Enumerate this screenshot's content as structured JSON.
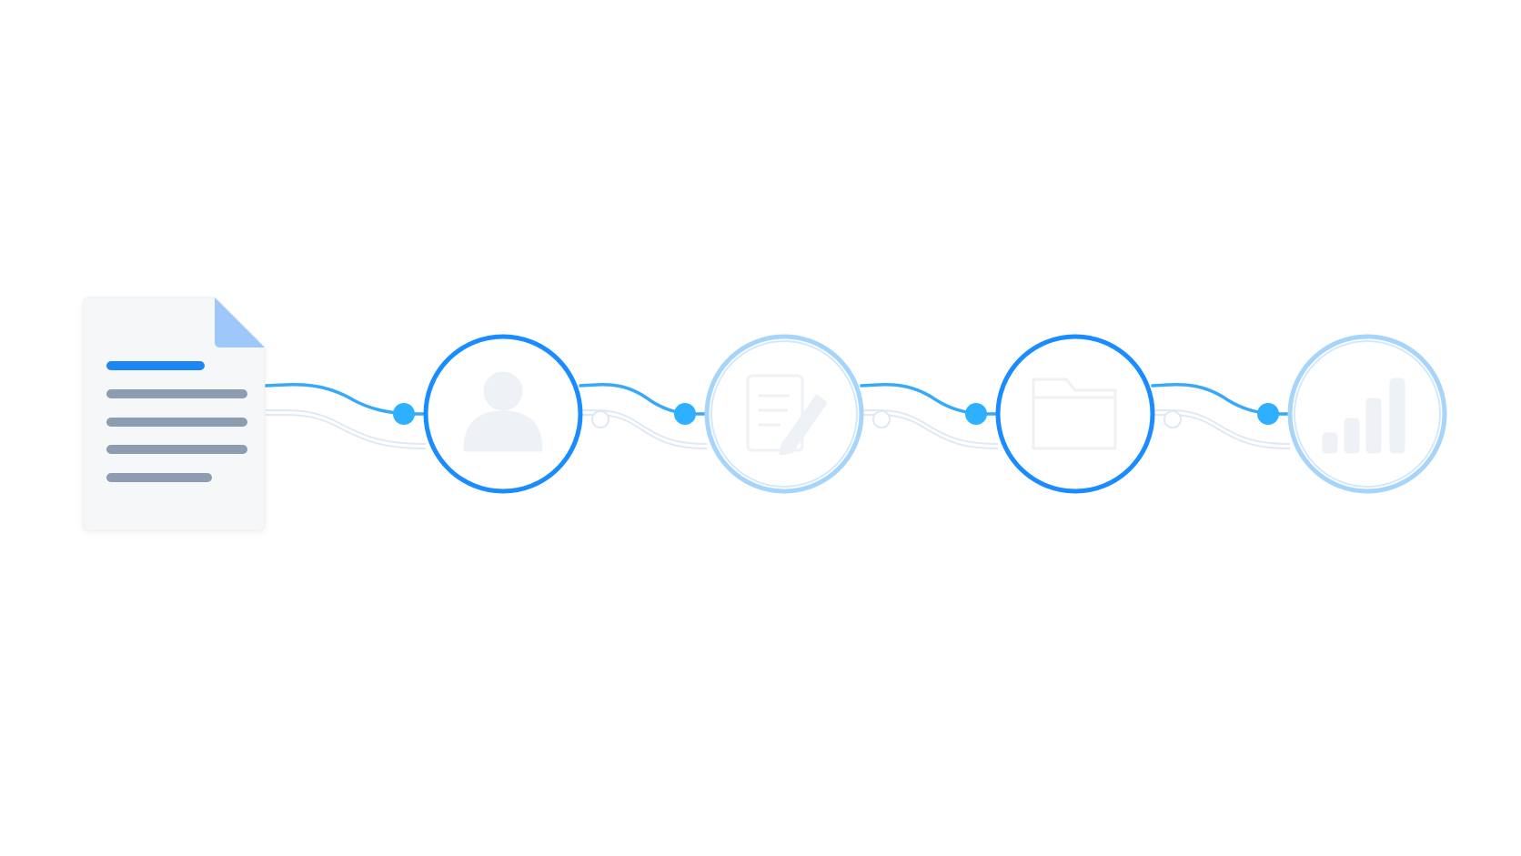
{
  "colors": {
    "background": "#ffffff",
    "accent": "#1a8cff",
    "accent_light": "#a6d4fb",
    "connector": "#36a9fb",
    "connector_dot": "#2cb0ff",
    "ghost_line": "#dfe9f4",
    "doc_fill": "#f6f7f8",
    "doc_fold": "#9ec8fa",
    "doc_line_primary": "#1a86f2",
    "doc_line_secondary": "#8c9cb1",
    "icon_ghost": "#eef2f6"
  },
  "document": {
    "icon": "document-icon",
    "lines": [
      {
        "role": "heading-line",
        "emphasis": "primary"
      },
      {
        "role": "text-line",
        "emphasis": "secondary"
      },
      {
        "role": "text-line",
        "emphasis": "secondary"
      },
      {
        "role": "text-line",
        "emphasis": "secondary"
      },
      {
        "role": "text-line",
        "emphasis": "secondary"
      }
    ]
  },
  "steps": [
    {
      "id": "user",
      "icon": "user-icon",
      "state": "active"
    },
    {
      "id": "edit",
      "icon": "edit-document-icon",
      "state": "inactive"
    },
    {
      "id": "folder",
      "icon": "folder-icon",
      "state": "active"
    },
    {
      "id": "chart",
      "icon": "bar-chart-icon",
      "state": "inactive"
    }
  ]
}
